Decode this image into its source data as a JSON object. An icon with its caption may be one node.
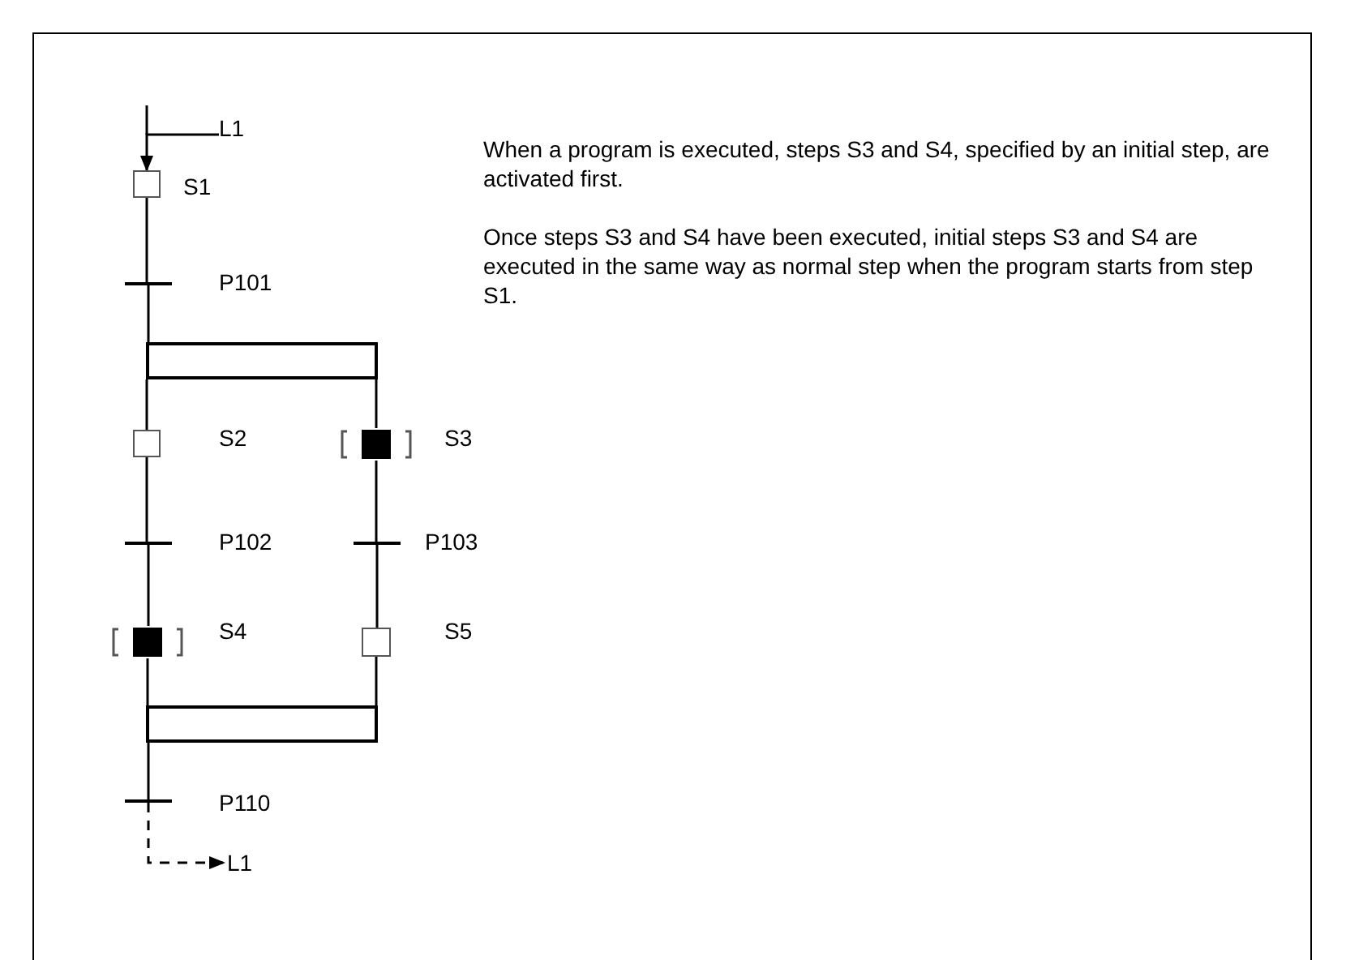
{
  "diagram": {
    "nodes": [
      {
        "text": [
          "L1"
        ]
      },
      {
        "text": [],
        "shape": "box",
        "beside": [
          "S1"
        ]
      },
      {
        "text": [],
        "shape": "bar",
        "beside": [
          "P101"
        ]
      },
      {
        "text": [],
        "shape": "bar"
      },
      {
        "text": [],
        "shape": "box",
        "beside": [
          "S2"
        ]
      },
      {
        "text": [],
        "shape": "box",
        "beside": [
          "S3"
        ]
      },
      {
        "text": [],
        "shape": "bar",
        "beside": [
          "P102"
        ]
      },
      {
        "text": [],
        "shape": "bar",
        "beside": [
          "P103"
        ]
      },
      {
        "text": [],
        "shape": "box",
        "beside": [
          "S4"
        ]
      },
      {
        "text": [],
        "shape": "box",
        "beside": [
          "S5"
        ]
      },
      {
        "text": [],
        "shape": "bar"
      },
      {
        "text": [],
        "shape": "bar",
        "beside": [
          "P110"
        ]
      },
      {
        "text": [
          "L1"
        ]
      }
    ],
    "edges": [
      {
        "from": 0,
        "to": 1,
        "arrow": "to"
      },
      {
        "from": 1,
        "to": 2,
        "arrow": "none"
      },
      {
        "from": 2,
        "to": 3,
        "arrow": "none"
      },
      {
        "from": 3,
        "to": 4,
        "arrow": "none"
      },
      {
        "from": 3,
        "to": 5,
        "arrow": "none"
      },
      {
        "from": 4,
        "to": 6,
        "arrow": "none"
      },
      {
        "from": 5,
        "to": 7,
        "arrow": "none"
      },
      {
        "from": 6,
        "to": 8,
        "arrow": "none"
      },
      {
        "from": 7,
        "to": 9,
        "arrow": "none"
      },
      {
        "from": 8,
        "to": 10,
        "arrow": "none"
      },
      {
        "from": 9,
        "to": 10,
        "arrow": "none"
      },
      {
        "from": 10,
        "to": 11,
        "arrow": "none"
      },
      {
        "from": 11,
        "to": 12,
        "arrow": "to",
        "style": "dashed"
      }
    ],
    "labels": [
      "When a program is executed, steps S3 and S4, specified by an initial step, are activated first.",
      "Once steps S3 and S4 have been executed, initial steps S3 and S4 are executed in the same way as normal step when the program starts from step S1."
    ]
  }
}
